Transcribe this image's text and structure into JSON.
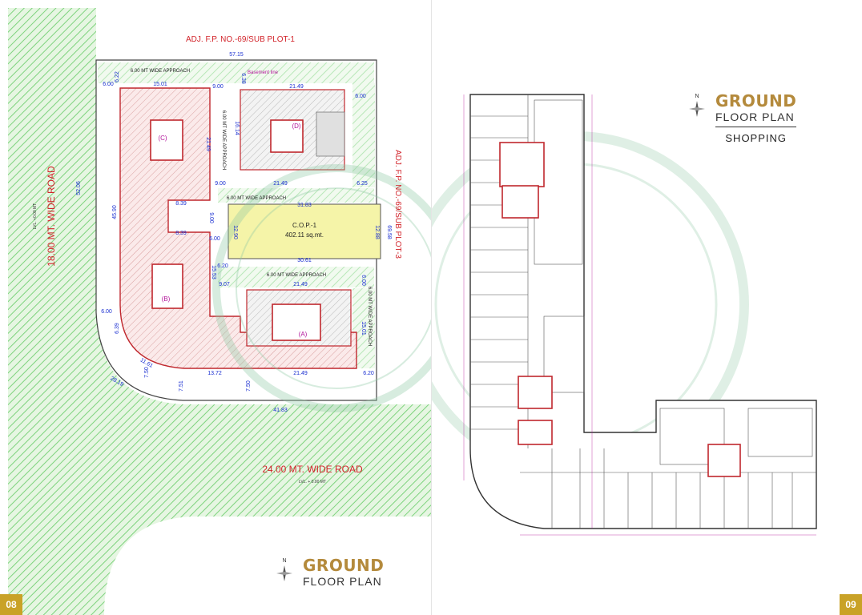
{
  "left_page": {
    "page_number": "08",
    "title_main": "GROUND",
    "title_sub": "FLOOR PLAN",
    "compass_letter": "N",
    "adj_top": "ADJ. F.P. NO.-69/SUB PLOT-1",
    "adj_right": "ADJ. F.P. NO.-69/SUB PLOT-3",
    "road_left": "18.00 MT. WIDE ROAD",
    "road_bottom": "24.00 MT. WIDE ROAD",
    "road_bottom_level": "LVL. + 0.00 MT",
    "road_left_level": "LVL. +0.00 MT",
    "approach_labels": [
      "6.00 MT WIDE APPROACH",
      "6.00 MT WIDE APPROACH",
      "6.00 MT WIDE APPROACH",
      "6.00 MT WIDE APPROACH",
      "6.00 MT WIDE APPROACH"
    ],
    "basement_line": "Basement line",
    "cop_label": "C.O.P.-1",
    "cop_area": "402.11 sq.mt.",
    "block_labels": [
      "(A)",
      "(B)",
      "(C)",
      "(D)"
    ],
    "dimensions": {
      "top_width": "57.15",
      "bottom_width": "41.83",
      "right_depth": "69.58",
      "left_depth": "52.06",
      "d_600_a": "6.00",
      "d_1501": "15.01",
      "d_900_a": "9.00",
      "d_2149_a": "21.49",
      "d_600_b": "6.00",
      "d_1614": "16.14",
      "d_2149_v": "21.49",
      "d_4590": "45.90",
      "d_900_b": "9.00",
      "d_2149_b": "21.49",
      "d_625": "6.25",
      "d_3183": "31.83",
      "d_1290": "12.90",
      "d_1288": "12.88",
      "d_3061": "30.61",
      "d_839_a": "8.39",
      "d_839_b": "8.39",
      "d_620_a": "6.20",
      "d_1553": "15.53",
      "d_907": "9.07",
      "d_2149_c": "21.49",
      "d_600_c": "6.00",
      "d_1501_b": "15.01",
      "d_1372": "13.72",
      "d_2149_d": "21.49",
      "d_620_b": "6.20",
      "d_750_a": "7.50",
      "d_750_b": "7.50",
      "d_751": "7.51",
      "d_2819": "28.19",
      "d_639": "6.39",
      "d_1161": "11.61",
      "d_600_d": "6.00",
      "d_622": "6.22",
      "d_638": "6.38",
      "d_600_e": "6.00",
      "d_900_c": "9.00"
    }
  },
  "right_page": {
    "page_number": "09",
    "title_main": "GROUND",
    "title_sub": "FLOOR PLAN",
    "title_extra": "SHOPPING",
    "compass_letter": "N"
  },
  "colors": {
    "gold": "#b48a3c",
    "road_green": "#7ed37e",
    "cop_yellow": "#f5f4a8",
    "dim_blue": "#1a2fd1",
    "wall_red": "#c0272d",
    "title_red": "#d2232a",
    "watermark": "#8fc9a4",
    "page_tab": "#c9a227"
  }
}
